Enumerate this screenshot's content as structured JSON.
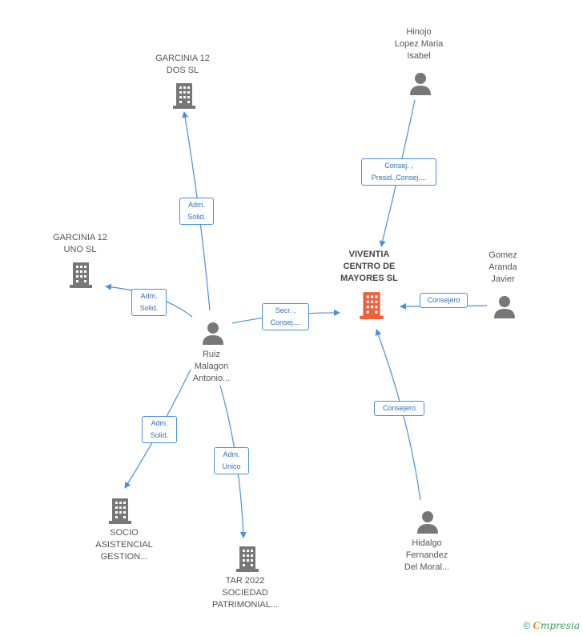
{
  "nodes": {
    "viventia": {
      "label": "VIVENTIA\nCENTRO DE\nMAYORES  SL",
      "icon": "building-icon",
      "color": "#f0603a"
    },
    "garcinia_dos": {
      "label": "GARCINIA 12\nDOS  SL",
      "icon": "building-icon"
    },
    "garcinia_uno": {
      "label": "GARCINIA 12\nUNO  SL",
      "icon": "building-icon"
    },
    "socio": {
      "label": "SOCIO\nASISTENCIAL\nGESTION...",
      "icon": "building-icon"
    },
    "tar2022": {
      "label": "TAR 2022\nSOCIEDAD\nPATRIMONIAL...",
      "icon": "building-icon"
    },
    "hinojo": {
      "label": "Hinojo\nLopez Maria\nIsabel",
      "icon": "person-icon"
    },
    "gomez": {
      "label": "Gomez\nAranda\nJavier",
      "icon": "person-icon"
    },
    "ruiz": {
      "label": "Ruiz\nMalagon\nAntonio...",
      "icon": "person-icon"
    },
    "hidalgo": {
      "label": "Hidalgo\nFernandez\nDel Moral...",
      "icon": "person-icon"
    }
  },
  "edges": {
    "hinojo_viventia": "Consej. ,\nPresid.,Consej....",
    "gomez_viventia": "Consejero",
    "hidalgo_viventia": "Consejero",
    "ruiz_viventia": "Secr. ,\nConsej....",
    "ruiz_garcinia_dos": "Adm.\nSolid.",
    "ruiz_garcinia_uno": "Adm.\nSolid.",
    "ruiz_socio": "Adm.\nSolid.",
    "ruiz_tar2022": "Adm.\nUnico"
  },
  "colors": {
    "edge": "#4a90d9",
    "icon": "#777777"
  },
  "footer": {
    "copyright": "©",
    "brand_first": "C",
    "brand_rest": "mpresia"
  }
}
